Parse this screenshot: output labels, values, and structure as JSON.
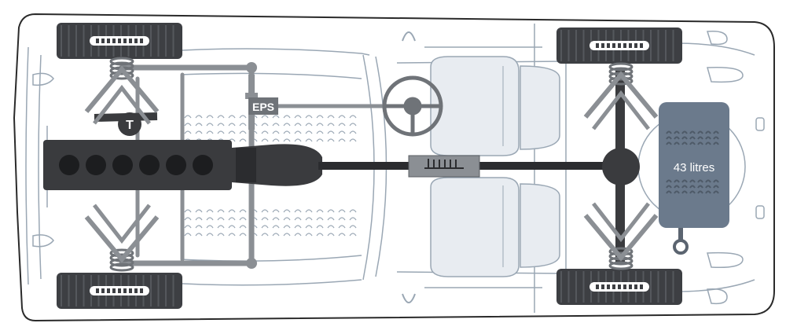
{
  "labels": {
    "steering": "EPS",
    "fuel_tank": "43 litres",
    "turbo_badge": "T"
  },
  "colors": {
    "outline": "#9aa7b4",
    "panel": "#e8ecf1",
    "tyre": "#3d3f43",
    "engine": "#3a3b3e",
    "pipe": "#8b8f94",
    "steel": "#6f7378",
    "tank": "#6b7a8c",
    "tank_text": "#ffffff"
  },
  "icons": [
    "turbo-icon",
    "steering-wheel-icon",
    "fuel-tank-icon"
  ]
}
